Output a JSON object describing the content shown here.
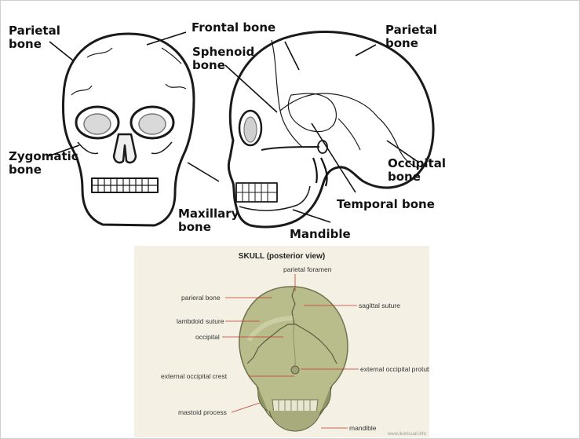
{
  "anterior": {
    "labels": {
      "parietal_left": [
        "Parietal",
        "bone"
      ],
      "frontal": [
        "Frontal bone"
      ],
      "zygomatic": [
        "Zygomatic",
        "bone"
      ],
      "maxillary": [
        "Maxillary",
        "bone"
      ]
    }
  },
  "lateral": {
    "labels": {
      "sphenoid": [
        "Sphenoid",
        "bone"
      ],
      "parietal_right": [
        "Parietal",
        "bone"
      ],
      "occipital": [
        "Occipital",
        "bone"
      ],
      "temporal": [
        "Temporal bone"
      ],
      "mandible": [
        "Mandible"
      ]
    }
  },
  "posterior": {
    "title": "SKULL (posterior view)",
    "labels": {
      "parietal_foramen": "parietal foramen",
      "parieral_bone": "parieral bone",
      "sagittal_suture": "sagittal suture",
      "lambdoid_suture": "lambdoid suture",
      "occipital": "occipital",
      "external_occipital_protuberance": "external occipital protuberance",
      "external_occipital_crest": "external occipital crest",
      "mastoid_process": "mastoid process",
      "mandible": "mandible"
    },
    "watermark": "www.ikonisual.info",
    "colors": {
      "bone": "#b9bd8c",
      "bone_shadow": "#8f9465",
      "leader": "#c0392b",
      "panel": "#f4f1e4"
    }
  }
}
